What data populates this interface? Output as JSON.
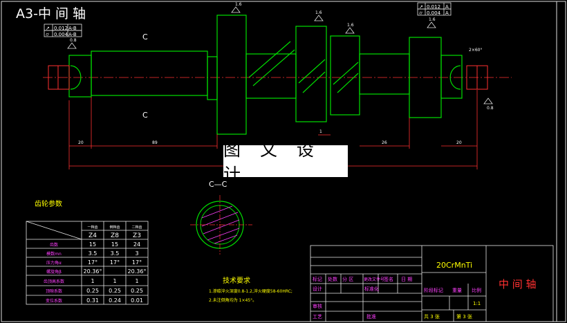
{
  "title": "A3-中 间 轴",
  "watermark": "图 文 设 计",
  "section_label_top": "C",
  "section_label_bottom": "C",
  "section_view_title": "C—C",
  "gear_params_title": "齿轮参数",
  "tolerance_left": [
    {
      "symbol": "↗",
      "value": "0.012",
      "datum": "A-B"
    },
    {
      "symbol": "⌭",
      "value": "0.004",
      "datum": "A-B"
    }
  ],
  "tolerance_right": [
    {
      "symbol": "↗",
      "value": "0.012",
      "datum": "A"
    },
    {
      "symbol": "⌭",
      "value": "0.004",
      "datum": "A"
    }
  ],
  "roughness": [
    "0.8",
    "1.6",
    "1.6",
    "1.6",
    "1.6",
    "0.8"
  ],
  "dims": {
    "d20a": "20",
    "d89": "89",
    "d26": "26",
    "d20b": "20",
    "d1": "1",
    "ang": "2×60°"
  },
  "gear_table": {
    "col_headers": [
      "一档齿",
      "倒档齿",
      "二档齿"
    ],
    "row_z": [
      "Z4",
      "Z8",
      "Z3"
    ],
    "rows": [
      {
        "label": "齿数",
        "values": [
          "15",
          "15",
          "24"
        ]
      },
      {
        "label": "模数mn",
        "values": [
          "3.5",
          "3.5",
          "3"
        ]
      },
      {
        "label": "压力角α",
        "values": [
          "17°",
          "17°",
          "17°"
        ]
      },
      {
        "label": "螺旋角β",
        "values": [
          "20.36°",
          "",
          "20.36°"
        ]
      },
      {
        "label": "齿顶高系数",
        "values": [
          "1",
          "1",
          "1"
        ]
      },
      {
        "label": "顶隙系数",
        "values": [
          "0.25",
          "0.25",
          "0.25"
        ]
      },
      {
        "label": "变位系数",
        "values": [
          "0.31",
          "0.24",
          "0.01"
        ]
      }
    ]
  },
  "tech_req": {
    "title": "技术要求",
    "items": [
      "1.渗碳淬火深度0.8-1.2,淬火硬度58-60HRC;",
      "2.未注倒角均为 1×45°。"
    ]
  },
  "title_block": {
    "material": "20CrMnTi",
    "part_name": "中 间 轴",
    "scale": "1:1",
    "sheets_total": "共 3 张",
    "sheet_no": "第 3 张",
    "h_marks": "标记",
    "h_qty": "处数",
    "h_zone": "分 区",
    "h_docno": "更改文件号",
    "h_sign": "签名",
    "h_date": "日 期",
    "h_design": "设计",
    "h_std": "标准化",
    "h_stage": "阶段标记",
    "h_weight": "重量",
    "h_ratio": "比例",
    "h_review": "审核",
    "h_process": "工艺",
    "h_approve": "批准"
  },
  "colors": {
    "outline": "#00e000",
    "dim": "#ff3030",
    "text": "#ffffff",
    "frame": "#e8e8e8",
    "yellow": "#ffff00"
  }
}
